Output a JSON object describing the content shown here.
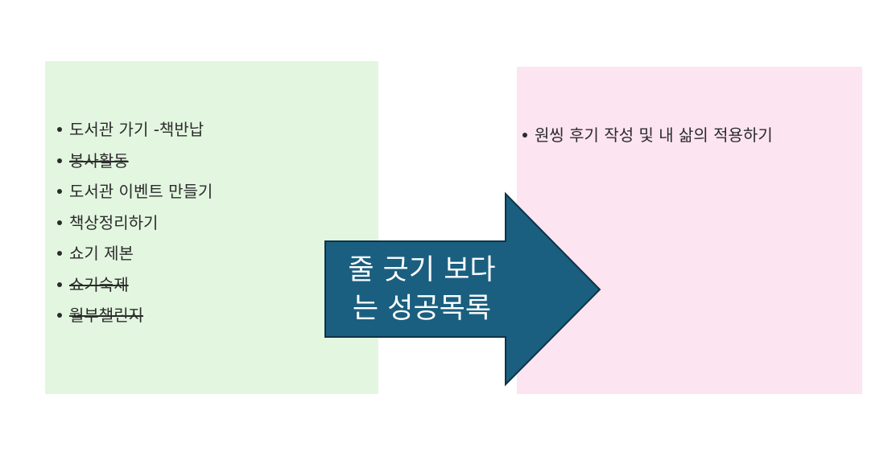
{
  "left_panel": {
    "color": "#e3f7e0",
    "items": [
      {
        "text": "도서관 가기 -책반납",
        "done": false
      },
      {
        "text": "봉사활동",
        "done": true
      },
      {
        "text": "도서관 이벤트 만들기",
        "done": false
      },
      {
        "text": "책상정리하기",
        "done": false
      },
      {
        "text": "쇼기 제본",
        "done": false
      },
      {
        "text": "쇼기숙제",
        "done": true
      },
      {
        "text": "월부챌린지",
        "done": true
      }
    ]
  },
  "arrow": {
    "color": "#1a5f80",
    "line1": "줄 긋기 보다",
    "line2": "는 성공목록"
  },
  "right_panel": {
    "color": "#fce4f1",
    "items": [
      {
        "text": "원씽 후기 작성 및 내 삶의 적용하기",
        "done": false
      }
    ]
  }
}
